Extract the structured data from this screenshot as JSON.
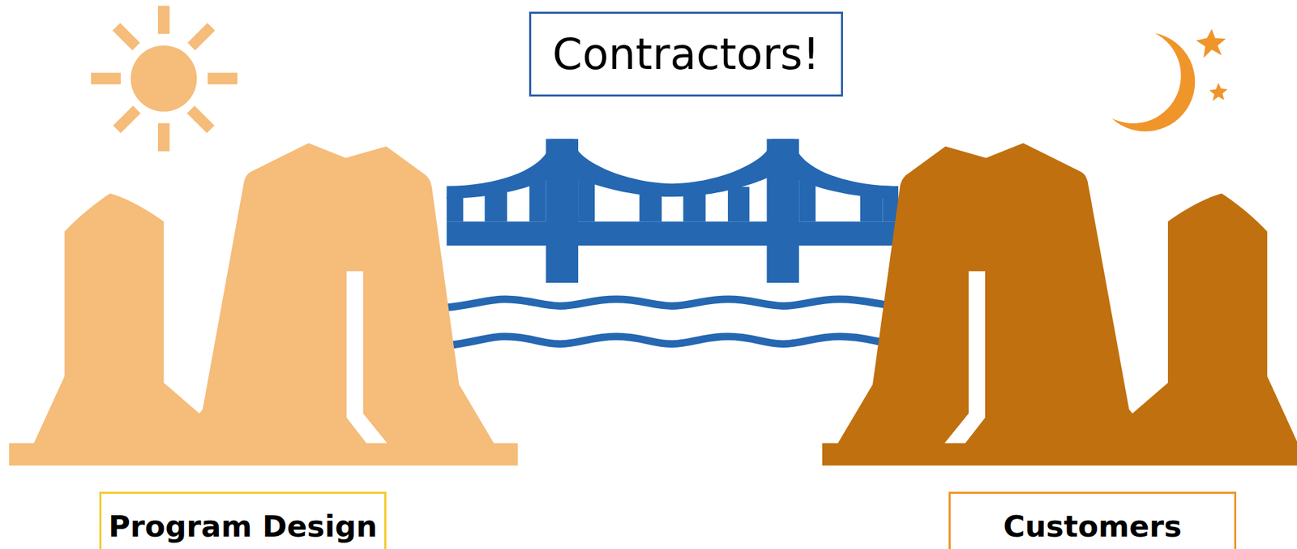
{
  "diagram": {
    "nodes": [
      {
        "text": [
          "Contractors!"
        ]
      },
      {
        "text": [
          "Program Design"
        ]
      },
      {
        "text": [
          "Customers"
        ]
      }
    ]
  }
}
